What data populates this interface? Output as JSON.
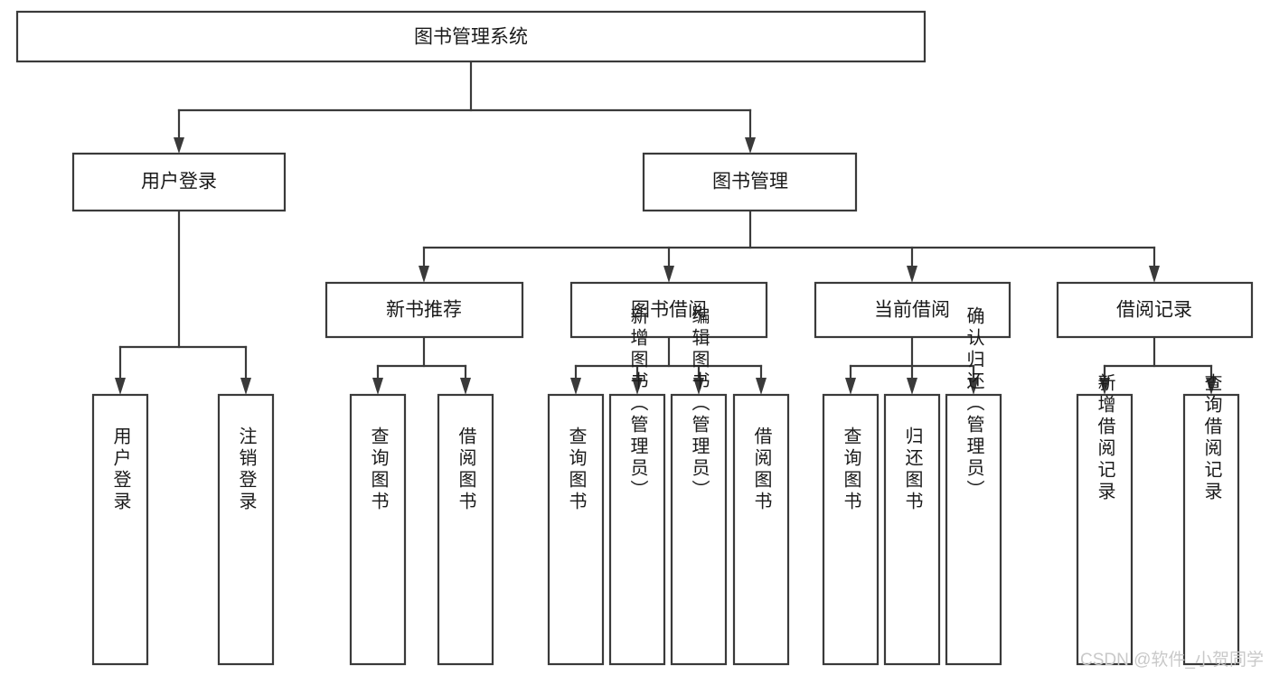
{
  "diagram": {
    "title": "图书管理系统",
    "type": "hierarchy-tree",
    "root": {
      "id": "root",
      "label": "图书管理系统",
      "orientation": "horizontal"
    },
    "level2": [
      {
        "id": "user-login",
        "label": "用户登录",
        "orientation": "horizontal"
      },
      {
        "id": "book-manage",
        "label": "图书管理",
        "orientation": "horizontal"
      }
    ],
    "level3": [
      {
        "id": "new-book-recommend",
        "label": "新书推荐",
        "orientation": "horizontal"
      },
      {
        "id": "book-borrow",
        "label": "图书借阅",
        "orientation": "horizontal"
      },
      {
        "id": "current-borrow",
        "label": "当前借阅",
        "orientation": "horizontal"
      },
      {
        "id": "borrow-record",
        "label": "借阅记录",
        "orientation": "horizontal"
      }
    ],
    "leaves": {
      "user-login": [
        {
          "id": "leaf-user-login",
          "label": "用户登录",
          "orientation": "vertical"
        },
        {
          "id": "leaf-user-logout",
          "label": "注销登录",
          "orientation": "vertical"
        }
      ],
      "new-book-recommend": [
        {
          "id": "leaf-query-book-1",
          "label": "查询图书",
          "orientation": "vertical"
        },
        {
          "id": "leaf-borrow-book-1",
          "label": "借阅图书",
          "orientation": "vertical"
        }
      ],
      "book-borrow": [
        {
          "id": "leaf-query-book-2",
          "label": "查询图书",
          "orientation": "vertical"
        },
        {
          "id": "leaf-add-book",
          "label": "新增图书（管理员）",
          "orientation": "vertical"
        },
        {
          "id": "leaf-edit-book",
          "label": "编辑图书（管理员）",
          "orientation": "vertical"
        },
        {
          "id": "leaf-borrow-book-2",
          "label": "借阅图书",
          "orientation": "vertical"
        }
      ],
      "current-borrow": [
        {
          "id": "leaf-query-book-3",
          "label": "查询图书",
          "orientation": "vertical"
        },
        {
          "id": "leaf-return-book",
          "label": "归还图书",
          "orientation": "vertical"
        },
        {
          "id": "leaf-confirm-return",
          "label": "确认归还（管理员）",
          "orientation": "vertical"
        }
      ],
      "borrow-record": [
        {
          "id": "leaf-add-record",
          "label": "新增借阅记录",
          "orientation": "vertical"
        },
        {
          "id": "leaf-query-record",
          "label": "查询借阅记录",
          "orientation": "vertical"
        }
      ]
    }
  },
  "watermark": {
    "text": "CSDN @软件_小贺同学"
  },
  "colors": {
    "background": "#ffffff",
    "box_stroke": "#3a3a3a",
    "box_fill": "#ffffff",
    "text": "#1a1a1a",
    "watermark": "#c9c9c9"
  }
}
